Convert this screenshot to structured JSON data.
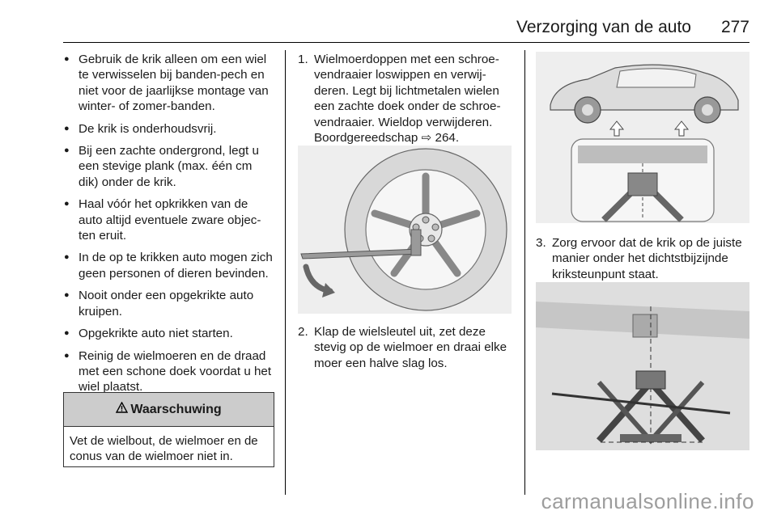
{
  "header": {
    "title": "Verzorging van de auto",
    "page": "277"
  },
  "col1": {
    "bullets": [
      "Gebruik de krik alleen om een wiel te verwisselen bij banden-pech en niet voor de jaarlijkse montage van winter- of zomer-banden.",
      "De krik is onderhoudsvrij.",
      "Bij een zachte ondergrond, legt u een stevige plank (max. één cm dik) onder de krik.",
      "Haal vóór het opkrikken van de auto altijd eventuele zware objec-ten eruit.",
      "In de op te krikken auto mogen zich geen personen of dieren bevinden.",
      "Nooit onder een opgekrikte auto kruipen.",
      "Opgekrikte auto niet starten.",
      "Reinig de wielmoeren en de draad met een schone doek voordat u het wiel plaatst."
    ],
    "warning": {
      "title": "Waarschuwing",
      "text": "Vet de wielbout, de wielmoer en de conus van de wielmoer niet in."
    }
  },
  "col2": {
    "step1": {
      "num": "1.",
      "text": "Wielmoerdoppen met een schroe-vendraaier loswippen en verwij-deren. Legt bij lichtmetalen wielen een zachte doek onder de schroe-vendraaier. Wieldop verwijderen. Boordgereedschap ",
      "ref_symbol": "⇨",
      "ref_page": " 264."
    },
    "step2": {
      "num": "2.",
      "text": "Klap de wielsleutel uit, zet deze stevig op de wielmoer en draai elke moer een halve slag los."
    }
  },
  "col3": {
    "step3": {
      "num": "3.",
      "text": "Zorg ervoor dat de krik op de juiste manier onder het dichtstbijzijnde kriksteunpunt staat."
    }
  },
  "watermark": "carmanualsonline.info"
}
